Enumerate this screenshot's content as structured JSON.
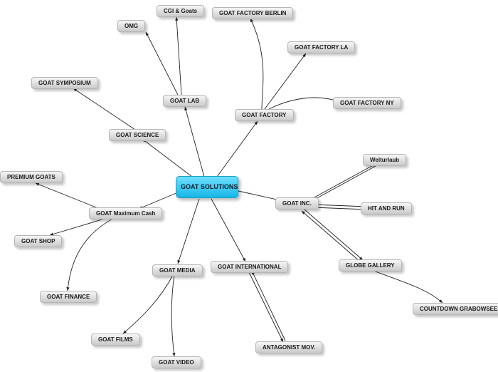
{
  "nodes": {
    "root": "GOAT SOLUTIONS",
    "goat_lab": "GOAT LAB",
    "cgi_goats": "CGI & Goats",
    "omg": "OMG",
    "goat_science": "GOAT SCIENCE",
    "goat_symposium": "GOAT SYMPOSIUM",
    "goat_factory": "GOAT FACTORY",
    "goat_factory_berlin": "GOAT FACTORY BERLIN",
    "goat_factory_la": "GOAT FACTORY LA",
    "goat_factory_ny": "GOAT FACTORY NY",
    "goat_maximum_cash": "GOAT Maximum Cash",
    "premium_goats": "PREMIUM GOATS",
    "goat_shop": "GOAT SHOP",
    "goat_finance": "GOAT FINANCE",
    "goat_inc": "GOAT INC.",
    "welturlaub": "Welturlaub",
    "hit_and_run": "HIT AND RUN",
    "globe_gallery": "GLOBE GALLERY",
    "countdown_grabowsee": "COUNTDOWN GRABOWSEE",
    "goat_media": "GOAT MEDIA",
    "goat_films": "GOAT FILMS",
    "goat_video": "GOAT VIDEO",
    "goat_international": "GOAT INTERNATIONAL",
    "antagonist_mov": "ANTAGONIST MOV."
  },
  "colors": {
    "root_fill": "#2fc3f0",
    "node_fill": "#d9d9d9",
    "connector": "#222222"
  }
}
